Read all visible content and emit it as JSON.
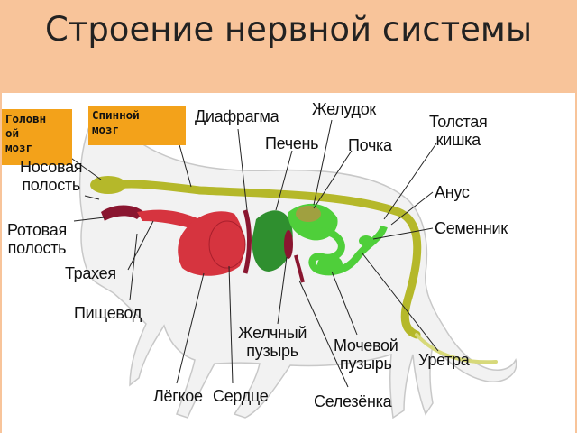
{
  "title": "Строение нервной системы",
  "callouts": {
    "brain": "Головн\nой\nмозг",
    "spinal_cord": "Спинной\nмозг"
  },
  "labels": {
    "nasal_cavity": "Носовая\nполость",
    "oral_cavity": "Ротовая\nполость",
    "trachea": "Трахея",
    "esophagus": "Пищевод",
    "lung": "Лёгкое",
    "heart": "Сердце",
    "gallbladder": "Желчный\nпузырь",
    "bladder": "Мочевой\nпузырь",
    "spleen": "Селезёнка",
    "urethra": "Уретра",
    "testis": "Семенник",
    "anus": "Анус",
    "large_intestine": "Толстая\nкишка",
    "stomach": "Желудок",
    "kidney": "Почка",
    "liver": "Печень",
    "diaphragm": "Диафрагма"
  },
  "colors": {
    "background": "#f8c49a",
    "callout": "#f3a21a",
    "spinal_cord": "#b5b82a",
    "lungs_heart": "#d6343f",
    "liver": "#2f8f2f",
    "intestine": "#4fcf3a",
    "kidney": "#a0a040",
    "dark_red": "#8a1630"
  }
}
